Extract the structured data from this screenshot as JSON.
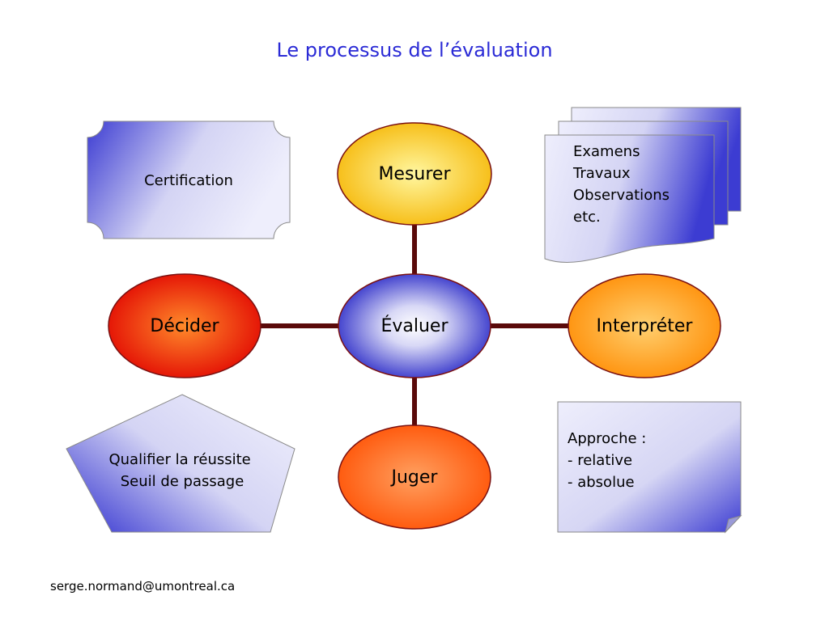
{
  "title": "Le processus de l’évaluation",
  "center": {
    "label": "Évaluer"
  },
  "nodes": {
    "top": {
      "label": "Mesurer"
    },
    "right": {
      "label": "Interpréter"
    },
    "bottom": {
      "label": "Juger"
    },
    "left": {
      "label": "Décider"
    }
  },
  "boxes": {
    "certification": {
      "label": "Certification"
    },
    "documents": {
      "lines": [
        "Examens",
        "Travaux",
        "Observations",
        "etc."
      ]
    },
    "qualifier": {
      "lines": [
        "Qualifier la réussite",
        "Seuil de passage"
      ]
    },
    "approche": {
      "lines": [
        "Approche :",
        "- relative",
        "- absolue"
      ]
    }
  },
  "footer": {
    "email": "serge.normand@umontreal.ca"
  },
  "colors": {
    "title": "#2b2bd6",
    "connector": "#5a0a0a",
    "center_fill": "#2d2dc8",
    "top_fill": "#f5c400",
    "right_fill": "#ff8c00",
    "bottom_fill": "#ff5a00",
    "left_fill": "#e80000",
    "box_fill": "#3c3cd2"
  }
}
